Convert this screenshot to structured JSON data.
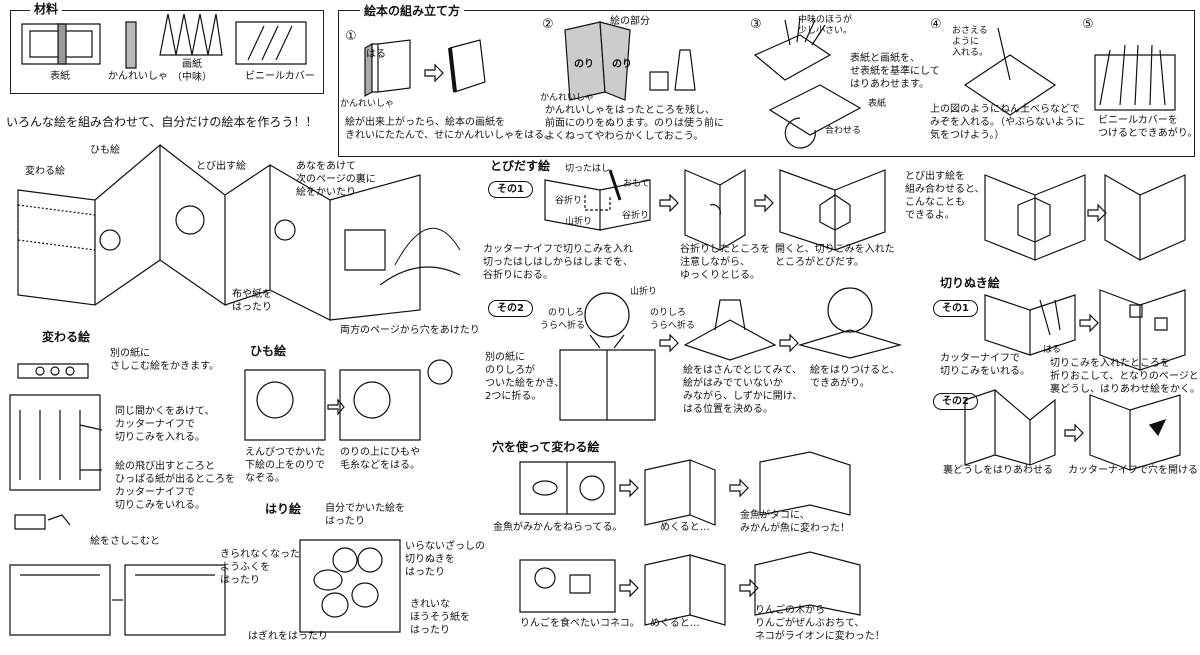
{
  "materials": {
    "title": "材料",
    "items": [
      "表紙",
      "かんれいしゃ",
      "画紙\n（中味）",
      "ビニールカバー"
    ]
  },
  "assembly": {
    "title": "絵本の組み立て方",
    "steps": [
      {
        "num": "①",
        "labels": [
          "はる",
          "かんれいしゃ"
        ],
        "caption": "絵が出来上がったら、絵本の画紙を\nきれいにたたんで、せにかんれいしゃをはる。"
      },
      {
        "num": "②",
        "labels": [
          "絵の部分",
          "のり",
          "のり",
          "かんれいしゃ"
        ],
        "caption": "かんれいしゃをはったところを残し、\n前面にのりをぬります。のりは使う前に\nよくねってやわらかくしておこう。"
      },
      {
        "num": "③",
        "labels": [
          "中味のほうが\n少し小さい。",
          "表紙",
          "合わせる"
        ],
        "caption": "表紙と画紙を、\nせ表紙を基準にして\nはりあわせます。"
      },
      {
        "num": "④",
        "labels": [
          "おさえる\nように\n入れる。"
        ],
        "caption": "上の図のようにねん土べらなどで\nみぞを入れる。（やぶらないように\n気をつけよう。）"
      },
      {
        "num": "⑤",
        "labels": [],
        "caption": "ビニールカバーを\nつけるとできあがり。"
      }
    ]
  },
  "intro": "いろんな絵を組み合わせて、自分だけの絵本を作ろう！！",
  "overview": {
    "labels": [
      "変わる絵",
      "ひも絵",
      "とび出す絵",
      "あなをあけて\n次のページの裏に\n絵をかいたり",
      "布や紙を\nはったり",
      "両方のページから穴をあけたり"
    ]
  },
  "kawaru": {
    "title": "変わる絵",
    "cap1": "別の紙に\nさしこむ絵をかきます。",
    "cap2": "同じ間かくをあけて、\nカッターナイフで\n切りこみを入れる。",
    "cap3": "絵の飛び出すところと\nひっぱる紙が出るところを\nカッターナイフで\n切りこみをいれる。",
    "cap4": "絵をさしこむと"
  },
  "himo": {
    "title": "ひも絵",
    "cap1": "えんぴつでかいた\n下絵の上をのりで\nなぞる。",
    "cap2": "のりの上にひもや\n毛糸などをはる。"
  },
  "hari": {
    "title": "はり絵",
    "labels": [
      "自分でかいた絵を\nはったり",
      "きられなくなった\nようふくを\nはったり",
      "いらないざっしの\n切りぬきを\nはったり",
      "きれいな\nほうそう紙を\nはったり",
      "はぎれをはったり"
    ]
  },
  "tobidasu": {
    "title": "とびだす絵",
    "sono1": {
      "badge": "その1",
      "labels": [
        "切ったはし",
        "おもて",
        "谷折り",
        "谷折り",
        "山折り"
      ],
      "cap1": "カッターナイフで切りこみを入れ\n切ったはしはしからはしまでを、\n谷折りにおる。",
      "cap2": "谷折りしたところを\n注意しながら、\nゆっくりとじる。",
      "cap3": "開くと、切りこみを入れた\nところがとびだす。"
    },
    "sono2": {
      "badge": "その2",
      "labels": [
        "山折り",
        "のりしろ",
        "うらへ折る",
        "のりしろ",
        "うらへ折る"
      ],
      "cap1": "別の紙に\nのりしろが\nついた絵をかき、\n2つに折る。",
      "cap2": "絵をはさんでとじてみて、\n絵がはみでていないか\nみながら、しずかに開け、\nはる位置を決める。",
      "cap3": "絵をはりつけると、\nできあがり。"
    }
  },
  "ana": {
    "title": "穴を使って変わる絵",
    "caps": [
      "金魚がみかんをねらってる。",
      "めくると…",
      "金魚がタコに、\nみかんが魚に変わった！",
      "りんごを食べたいコネコ。",
      "めくると…",
      "りんごの木から\nりんごがぜんぶおちて、\nネコがライオンに変わった！"
    ]
  },
  "combine": "とび出す絵を\n組み合わせると、\nこんなことも\nできるよ。",
  "kirinuki": {
    "title": "切りぬき絵",
    "sono1": {
      "badge": "その1",
      "cap1": "カッターナイフで\n切りこみをいれる。",
      "label": "はる",
      "cap2": "切りこみを入れたところを\n折りおこして、となりのページと\n裏どうし、はりあわせ絵をかく。"
    },
    "sono2": {
      "badge": "その2",
      "cap1": "裏どうしをはりあわせる",
      "cap2": "カッターナイフで穴を開ける"
    }
  }
}
